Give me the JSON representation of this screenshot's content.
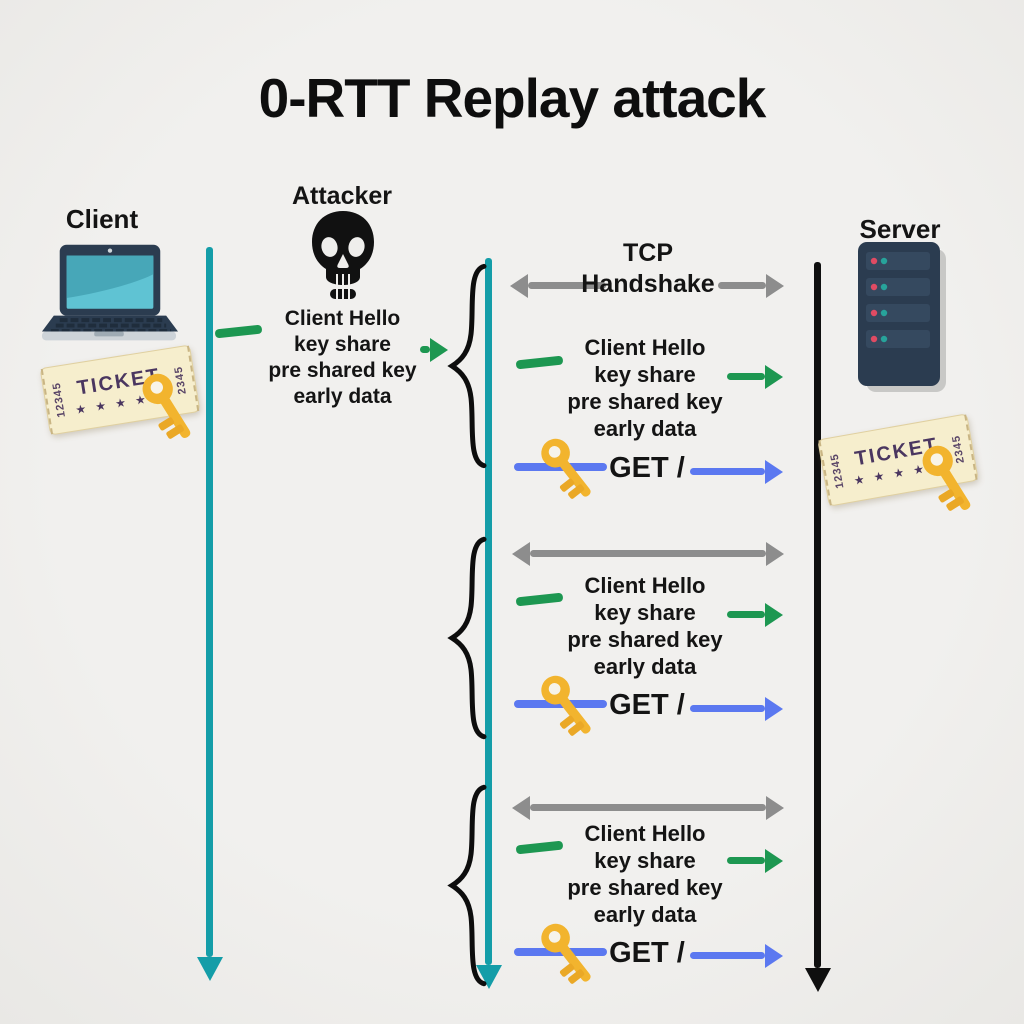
{
  "title": "0-RTT Replay attack",
  "actors": {
    "client_label": "Client",
    "attacker_label": "Attacker",
    "server_label": "Server"
  },
  "messages": {
    "tcp_line1": "TCP",
    "tcp_line2": "Handshake",
    "hello_lines": [
      "Client Hello",
      "key share",
      "pre shared key",
      "early data"
    ],
    "get_label": "GET /"
  },
  "ticket": {
    "label": "TICKET",
    "stars": "★ ★ ★ ★ ★",
    "stub_left": "12345",
    "stub_right": "2345"
  },
  "icons": {
    "client": "laptop-icon",
    "attacker": "skull-icon",
    "server": "server-rack-icon",
    "session": "ticket-icon + key-icon"
  },
  "colors": {
    "background": "#efeeec",
    "lifeline_teal": "#149da8",
    "lifeline_black": "#0f0f0f",
    "arrow_green": "#1d9751",
    "arrow_gray": "#8d8d8d",
    "arrow_blue": "#5b78f0",
    "key_gold": "#f2b42e",
    "ticket_cream": "#f6eecd",
    "ticket_text": "#4a3660"
  }
}
